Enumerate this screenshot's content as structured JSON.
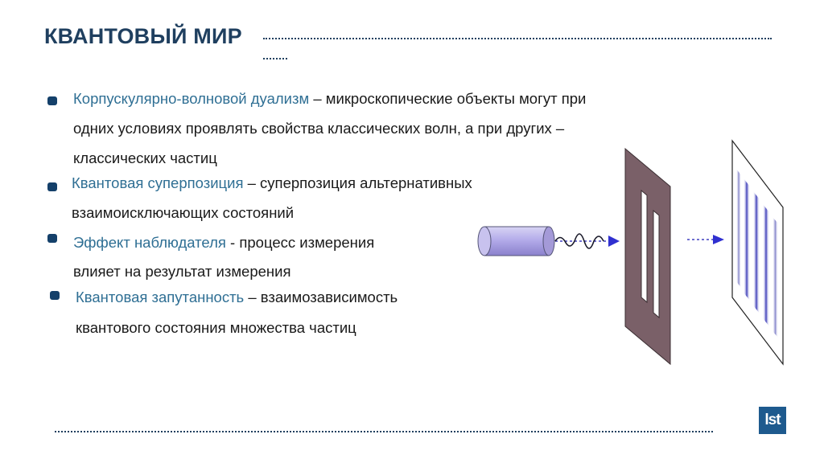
{
  "title": "КВАНТОВЫЙ МИР",
  "items": [
    {
      "term": "Корпускулярно-волновой дуализм",
      "line1_rest": " – микроскопические объекты могут при",
      "line2": "одних условиях проявлять свойства классических волн, а при других –",
      "line3": "классических частиц"
    },
    {
      "term": "Квантовая суперпозиция",
      "line1_rest": " – суперпозиция альтернативных",
      "line2": "взаимоисключающих состояний"
    },
    {
      "term": "Эффект наблюдателя",
      "line1_rest": " - процесс измерения",
      "line2": "влияет на результат измерения"
    },
    {
      "term": "Квантовая запутанность",
      "line1_rest": " – взаимозависимость",
      "line2": "квантового состояния множества частиц"
    }
  ],
  "logo_text": "lst",
  "colors": {
    "title": "#1f3f5f",
    "term": "#2f6f94",
    "bullet": "#14406a",
    "barrier": "#7a6068",
    "fringe": "#3a3ab8",
    "logo": "#1e5a8e"
  },
  "diagram_icons": [
    "particle-emitter-icon",
    "wave-packet-icon",
    "double-slit-barrier-icon",
    "interference-screen-icon"
  ]
}
